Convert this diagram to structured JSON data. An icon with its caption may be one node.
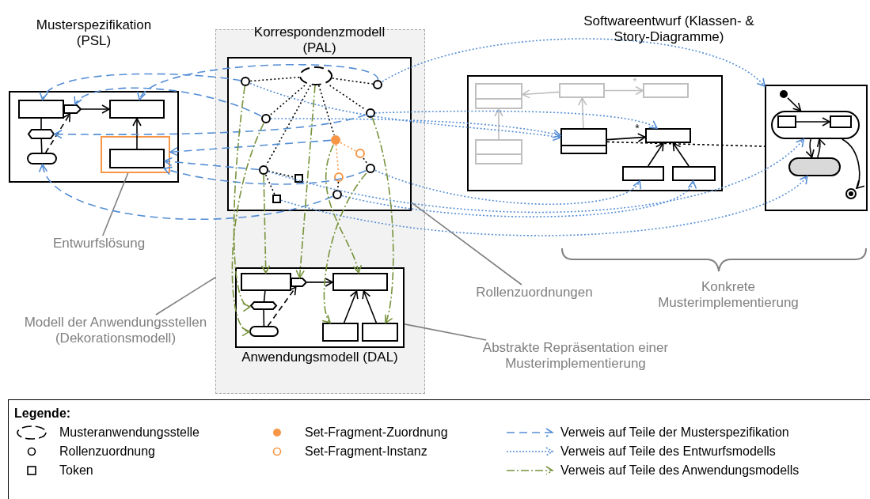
{
  "diagram": {
    "nodes": [
      {
        "text": [
          "Musterspezifikation (PSL)"
        ]
      },
      {
        "text": [],
        "shape": "box",
        "in": 0
      },
      {
        "text": [],
        "shape": "pentagon",
        "in": 0
      },
      {
        "text": [],
        "shape": "box",
        "in": 0
      },
      {
        "text": [],
        "shape": "hexagon",
        "in": 0
      },
      {
        "text": [],
        "shape": "oval",
        "in": 0
      },
      {
        "text": [],
        "shape": "box",
        "in": 0
      },
      {
        "text": [],
        "shape": "box",
        "in": 6
      },
      {
        "text": [],
        "shape": "band"
      },
      {
        "text": [
          "Korrespondenzmodell (PAL)"
        ],
        "in": 8
      },
      {
        "text": [],
        "shape": "ellipse",
        "in": 9
      },
      {
        "text": [],
        "shape": "circle",
        "in": 9
      },
      {
        "text": [],
        "shape": "circle",
        "in": 9
      },
      {
        "text": [],
        "shape": "circle",
        "in": 9
      },
      {
        "text": [],
        "shape": "circle",
        "in": 9
      },
      {
        "text": [],
        "shape": "circle",
        "in": 9
      },
      {
        "text": [],
        "shape": "circle",
        "in": 9
      },
      {
        "text": [],
        "shape": "circle",
        "in": 9
      },
      {
        "text": [],
        "shape": "circle",
        "in": 9
      },
      {
        "text": [],
        "shape": "circle",
        "in": 9
      },
      {
        "text": [],
        "shape": "circle",
        "in": 9
      },
      {
        "text": [],
        "shape": "box",
        "in": 9
      },
      {
        "text": [],
        "shape": "box",
        "in": 9
      },
      {
        "text": [
          "Anwendungsmodell (DAL)"
        ],
        "in": 8
      },
      {
        "text": [],
        "shape": "box",
        "in": 23
      },
      {
        "text": [],
        "shape": "pentagon",
        "in": 23
      },
      {
        "text": [],
        "shape": "box",
        "in": 23
      },
      {
        "text": [],
        "shape": "hexagon",
        "in": 23
      },
      {
        "text": [],
        "shape": "oval",
        "in": 23
      },
      {
        "text": [],
        "shape": "box",
        "in": 23
      },
      {
        "text": [],
        "shape": "box",
        "in": 23
      },
      {
        "text": [],
        "shape": "box"
      },
      {
        "text": [],
        "shape": "box",
        "in": 31
      },
      {
        "text": [],
        "shape": "box",
        "in": 31
      },
      {
        "text": [],
        "shape": "box",
        "in": 31
      },
      {
        "text": [],
        "shape": "box",
        "in": 31
      },
      {
        "text": [],
        "shape": "box",
        "in": 31
      },
      {
        "text": [],
        "shape": "box",
        "in": 31
      },
      {
        "text": [],
        "shape": "box",
        "in": 31
      },
      {
        "text": [],
        "shape": "box",
        "in": 31
      },
      {
        "text": [],
        "shape": "box"
      },
      {
        "text": [],
        "shape": "circle",
        "in": 40
      },
      {
        "text": [],
        "shape": "oval",
        "in": 40
      },
      {
        "text": [],
        "shape": "box",
        "in": 42
      },
      {
        "text": [],
        "shape": "box",
        "in": 42
      },
      {
        "text": [],
        "shape": "oval",
        "in": 40
      },
      {
        "text": [],
        "shape": "circle",
        "in": 40
      },
      {
        "text": [
          "Entwurfslösung"
        ]
      },
      {
        "text": [
          "Modell der Anwendungsstellen (Dekorationsmodell)"
        ]
      },
      {
        "text": [
          "Rollenzuordnungen"
        ]
      },
      {
        "text": [
          "Abstrakte Repräsentation einer Musterimplementierung"
        ]
      }
    ],
    "edges": [
      {
        "from": 2,
        "to": 3,
        "arrow": "to"
      },
      {
        "from": 1,
        "to": 4,
        "arrow": "none"
      },
      {
        "from": 4,
        "to": 5,
        "arrow": "none"
      },
      {
        "from": 5,
        "to": 2,
        "arrow": "to",
        "style": "dashed"
      },
      {
        "from": 7,
        "to": 3,
        "arrow": "to"
      },
      {
        "from": 25,
        "to": 26,
        "arrow": "to"
      },
      {
        "from": 24,
        "to": 27,
        "arrow": "none"
      },
      {
        "from": 27,
        "to": 28,
        "arrow": "none"
      },
      {
        "from": 28,
        "to": 25,
        "arrow": "to",
        "style": "dashed"
      },
      {
        "from": 29,
        "to": 26,
        "arrow": "to"
      },
      {
        "from": 30,
        "to": 26,
        "arrow": "to"
      },
      {
        "from": 10,
        "to": 11,
        "arrow": "none",
        "style": "dashed"
      },
      {
        "from": 10,
        "to": 12,
        "arrow": "none",
        "style": "dashed"
      },
      {
        "from": 10,
        "to": 13,
        "arrow": "none",
        "style": "dashed"
      },
      {
        "from": 10,
        "to": 14,
        "arrow": "none",
        "style": "dashed"
      },
      {
        "from": 10,
        "to": 15,
        "arrow": "none",
        "style": "dashed"
      },
      {
        "from": 10,
        "to": 17,
        "arrow": "none",
        "style": "dashed"
      },
      {
        "from": 17,
        "to": 21,
        "arrow": "none",
        "style": "dashed"
      },
      {
        "from": 17,
        "to": 22,
        "arrow": "none",
        "style": "dashed"
      },
      {
        "from": 15,
        "to": 16,
        "arrow": "none",
        "style": "dashed",
        "color": "#f79646"
      },
      {
        "from": 15,
        "to": 19,
        "arrow": "none",
        "style": "dashed",
        "color": "#f79646"
      },
      {
        "from": 16,
        "to": 18,
        "arrow": "none",
        "style": "dashed"
      },
      {
        "from": 19,
        "to": 20,
        "arrow": "none",
        "style": "dashed"
      },
      {
        "from": 33,
        "to": 32,
        "arrow": "to",
        "color": "#bfbfbf"
      },
      {
        "from": 33,
        "to": 34,
        "label": "*",
        "arrow": "to",
        "color": "#bfbfbf"
      },
      {
        "from": 35,
        "to": 32,
        "arrow": "to",
        "color": "#bfbfbf"
      },
      {
        "from": 36,
        "to": 33,
        "arrow": "to",
        "color": "#bfbfbf"
      },
      {
        "from": 36,
        "to": 37,
        "label": "*",
        "arrow": "to"
      },
      {
        "from": 38,
        "to": 37,
        "arrow": "to"
      },
      {
        "from": 39,
        "to": 37,
        "arrow": "to"
      },
      {
        "from": 36,
        "to": 40,
        "arrow": "none",
        "style": "dashed"
      },
      {
        "from": 41,
        "to": 42,
        "arrow": "to"
      },
      {
        "from": 43,
        "to": 44,
        "arrow": "to"
      },
      {
        "from": 42,
        "to": 45,
        "arrow": "to"
      },
      {
        "from": 45,
        "to": 42,
        "arrow": "to"
      },
      {
        "from": 42,
        "to": 46,
        "arrow": "to"
      },
      {
        "from": 47,
        "to": 6,
        "arrow": "none",
        "color": "#808080"
      },
      {
        "from": 48,
        "to": 8,
        "arrow": "none",
        "color": "#808080"
      },
      {
        "from": 49,
        "to": 9,
        "arrow": "none",
        "color": "#808080"
      },
      {
        "from": 50,
        "to": 23,
        "arrow": "none",
        "color": "#808080"
      },
      {
        "from": 11,
        "to": 1,
        "arrow": "to",
        "style": "dashed",
        "color": "#558ed5"
      },
      {
        "from": 12,
        "to": 3,
        "arrow": "to",
        "style": "dashed",
        "color": "#558ed5"
      },
      {
        "from": 13,
        "to": 2,
        "arrow": "to",
        "style": "dashed",
        "color": "#558ed5"
      },
      {
        "from": 14,
        "to": 4,
        "arrow": "to",
        "style": "dashed",
        "color": "#558ed5"
      },
      {
        "from": 15,
        "to": 6,
        "arrow": "to",
        "style": "dashed",
        "color": "#558ed5"
      },
      {
        "from": 17,
        "to": 7,
        "arrow": "to",
        "style": "dashed",
        "color": "#558ed5"
      },
      {
        "from": 18,
        "to": 7,
        "arrow": "to",
        "style": "dashed",
        "color": "#558ed5"
      },
      {
        "from": 20,
        "to": 5,
        "arrow": "to",
        "style": "dashed",
        "color": "#558ed5"
      },
      {
        "from": 11,
        "to": 36,
        "arrow": "to",
        "style": "dashed",
        "color": "#558ed5"
      },
      {
        "from": 12,
        "to": 40,
        "arrow": "to",
        "style": "dashed",
        "color": "#558ed5"
      },
      {
        "from": 13,
        "to": 36,
        "arrow": "to",
        "style": "dashed",
        "color": "#558ed5"
      },
      {
        "from": 14,
        "to": 37,
        "arrow": "to",
        "style": "dashed",
        "color": "#558ed5"
      },
      {
        "from": 17,
        "to": 42,
        "arrow": "to",
        "style": "dashed",
        "color": "#558ed5"
      },
      {
        "from": 18,
        "to": 38,
        "arrow": "to",
        "style": "dashed",
        "color": "#558ed5"
      },
      {
        "from": 20,
        "to": 39,
        "arrow": "to",
        "style": "dashed",
        "color": "#558ed5"
      },
      {
        "from": 22,
        "to": 45,
        "arrow": "to",
        "style": "dashed",
        "color": "#558ed5"
      },
      {
        "from": 11,
        "to": 27,
        "arrow": "to",
        "style": "dashed",
        "color": "#77933c"
      },
      {
        "from": 13,
        "to": 28,
        "arrow": "to",
        "style": "dashed",
        "color": "#77933c"
      },
      {
        "from": 17,
        "to": 24,
        "arrow": "to",
        "style": "dashed",
        "color": "#77933c"
      },
      {
        "from": 10,
        "to": 25,
        "arrow": "to",
        "style": "dashed",
        "color": "#77933c"
      },
      {
        "from": 15,
        "to": 26,
        "arrow": "to",
        "style": "dashed",
        "color": "#77933c"
      },
      {
        "from": 14,
        "to": 30,
        "arrow": "to",
        "style": "dashed",
        "color": "#77933c"
      },
      {
        "from": 18,
        "to": 29,
        "arrow": "to",
        "style": "dashed",
        "color": "#77933c"
      }
    ],
    "labels": [
      "Softwareentwurf (Klassen- & Story-Diagramme)",
      "Konkrete Musterimplementierung",
      "Legende:"
    ],
    "legend": [
      {
        "text": "Musteranwendungsstelle"
      },
      {
        "text": "Rollenzuordnung"
      },
      {
        "text": "Token"
      },
      {
        "text": "Set-Fragment-Zuordnung",
        "color": "#f79646"
      },
      {
        "text": "Set-Fragment-Instanz"
      },
      {
        "text": "Verweis auf Teile der Musterspezifikation"
      },
      {
        "text": "Verweis auf Teile des Entwurfsmodells"
      },
      {
        "text": "Verweis auf Teile des Anwendungsmodells"
      }
    ]
  }
}
